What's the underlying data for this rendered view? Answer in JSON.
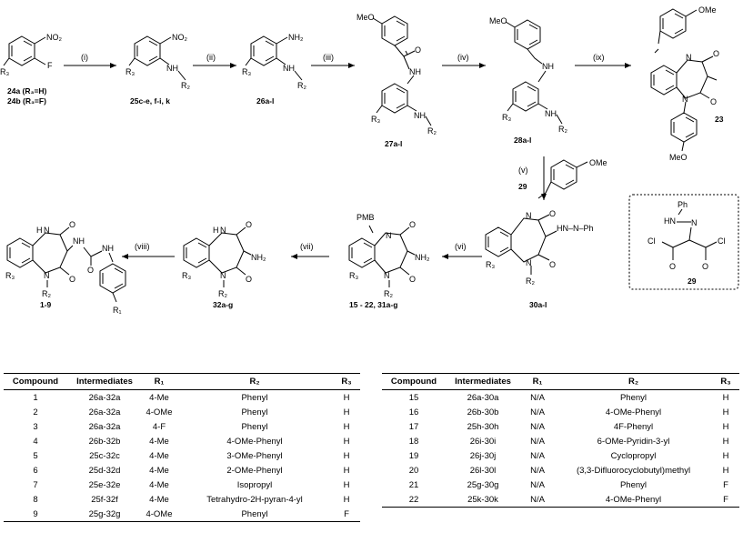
{
  "labels": {
    "c24": "24a (R₃=H)",
    "c24b": "24b (R₃=F)",
    "c25": "25c-e, f-i, k",
    "c26": "26a-l",
    "c27": "27a-l",
    "c28": "28a-l",
    "c23": "23",
    "c30": "30a-l",
    "c29": "29",
    "c29box": "29",
    "c15": "15 - 22, 31a-g",
    "c32": "32a-g",
    "c1": "1-9"
  },
  "steps": {
    "i": "(i)",
    "ii": "(ii)",
    "iii": "(iii)",
    "iv": "(iv)",
    "ix": "(ix)",
    "v": "(v)",
    "vi": "(vi)",
    "vii": "(vii)",
    "viii": "(viii)"
  },
  "atoms": {
    "no2": "NO₂",
    "f": "F",
    "nh": "NH",
    "nh2": "NH₂",
    "r2": "R₂",
    "r3": "R₃",
    "r1": "R₁",
    "meo": "MeO",
    "ome": "OMe",
    "o": "O",
    "n": "N",
    "h": "H",
    "pmb": "PMB",
    "ph": "Ph",
    "hnnph": "HN–N–Ph",
    "cl": "Cl",
    "hn": "HN"
  },
  "table_left": {
    "headers": [
      "Compound",
      "Intermediates",
      "R₁",
      "R₂",
      "R₃"
    ],
    "rows": [
      [
        "1",
        "26a-32a",
        "4-Me",
        "Phenyl",
        "H"
      ],
      [
        "2",
        "26a-32a",
        "4-OMe",
        "Phenyl",
        "H"
      ],
      [
        "3",
        "26a-32a",
        "4-F",
        "Phenyl",
        "H"
      ],
      [
        "4",
        "26b-32b",
        "4-Me",
        "4-OMe-Phenyl",
        "H"
      ],
      [
        "5",
        "25c-32c",
        "4-Me",
        "3-OMe-Phenyl",
        "H"
      ],
      [
        "6",
        "25d-32d",
        "4-Me",
        "2-OMe-Phenyl",
        "H"
      ],
      [
        "7",
        "25e-32e",
        "4-Me",
        "Isopropyl",
        "H"
      ],
      [
        "8",
        "25f-32f",
        "4-Me",
        "Tetrahydro-2H-pyran-4-yl",
        "H"
      ],
      [
        "9",
        "25g-32g",
        "4-OMe",
        "Phenyl",
        "F"
      ]
    ]
  },
  "table_right": {
    "headers": [
      "Compound",
      "Intermediates",
      "R₁",
      "R₂",
      "R₃"
    ],
    "rows": [
      [
        "15",
        "26a-30a",
        "N/A",
        "Phenyl",
        "H"
      ],
      [
        "16",
        "26b-30b",
        "N/A",
        "4-OMe-Phenyl",
        "H"
      ],
      [
        "17",
        "25h-30h",
        "N/A",
        "4F-Phenyl",
        "H"
      ],
      [
        "18",
        "26i-30i",
        "N/A",
        "6-OMe-Pyridin-3-yl",
        "H"
      ],
      [
        "19",
        "26j-30j",
        "N/A",
        "Cyclopropyl",
        "H"
      ],
      [
        "20",
        "26l-30l",
        "N/A",
        "(3,3-Difluorocyclobutyl)methyl",
        "H"
      ],
      [
        "21",
        "25g-30g",
        "N/A",
        "Phenyl",
        "F"
      ],
      [
        "22",
        "25k-30k",
        "N/A",
        "4-OMe-Phenyl",
        "F"
      ]
    ]
  }
}
